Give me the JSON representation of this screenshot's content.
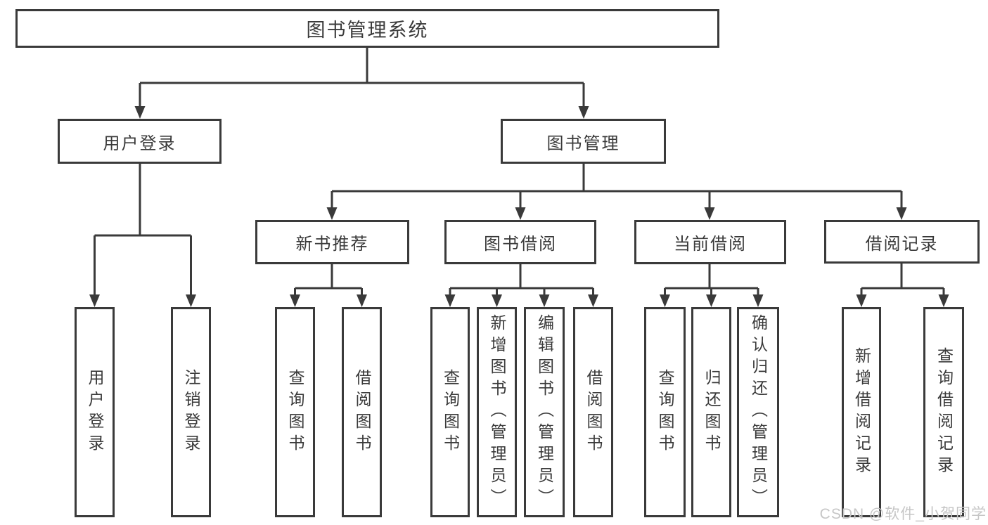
{
  "diagram_title": "图书管理系统",
  "tree": {
    "root": {
      "label": "图书管理系统",
      "children": [
        {
          "label": "用户登录",
          "children": [
            {
              "label": "用户登录"
            },
            {
              "label": "注销登录"
            }
          ]
        },
        {
          "label": "图书管理",
          "children": [
            {
              "label": "新书推荐",
              "children": [
                {
                  "label": "查询图书"
                },
                {
                  "label": "借阅图书"
                }
              ]
            },
            {
              "label": "图书借阅",
              "children": [
                {
                  "label": "查询图书"
                },
                {
                  "label": "新增图书（管理员）"
                },
                {
                  "label": "编辑图书（管理员）"
                },
                {
                  "label": "借阅图书"
                }
              ]
            },
            {
              "label": "当前借阅",
              "children": [
                {
                  "label": "查询图书"
                },
                {
                  "label": "归还图书"
                },
                {
                  "label": "确认归还（管理员）"
                }
              ]
            },
            {
              "label": "借阅记录",
              "children": [
                {
                  "label": "新增借阅记录"
                },
                {
                  "label": "查询借阅记录"
                }
              ]
            }
          ]
        }
      ]
    }
  },
  "watermark": {
    "text": "CSDN @软件_小贺同学",
    "color": "#c6c6c6"
  },
  "colors": {
    "line": "#3a3a3a",
    "box_border": "#3a3a3a",
    "text": "#3a3a3a",
    "background": "#ffffff"
  }
}
